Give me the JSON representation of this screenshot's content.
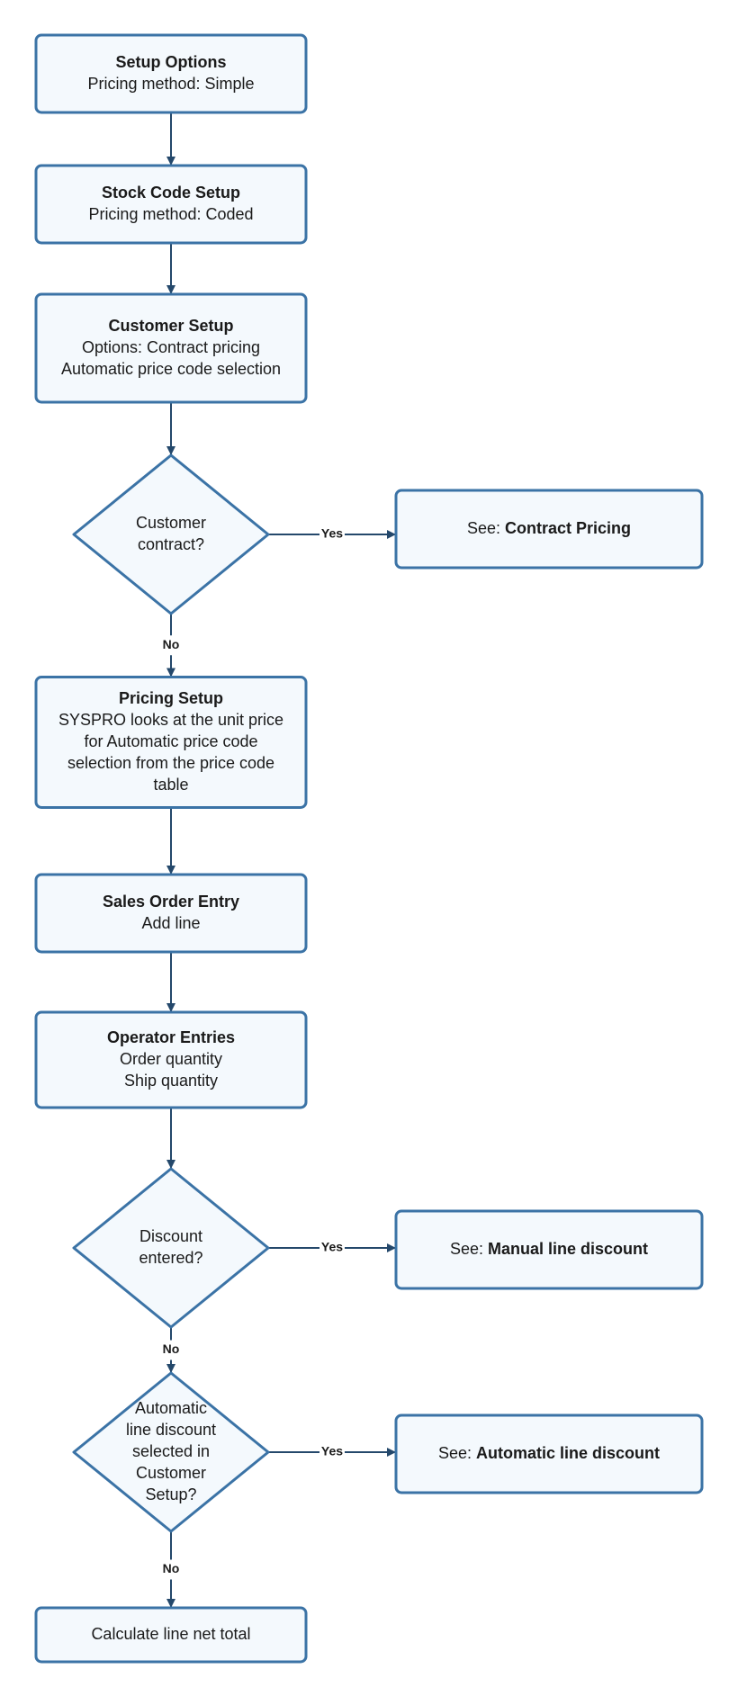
{
  "colors": {
    "node_fill": "#f4f9fd",
    "node_stroke": "#3b73a6",
    "edge": "#24486b",
    "text": "#1a1a1a"
  },
  "nodes": [
    {
      "id": "setup-options",
      "shape": "rect",
      "title": "Setup Options",
      "lines": [
        "Pricing method: Simple"
      ]
    },
    {
      "id": "stock-code-setup",
      "shape": "rect",
      "title": "Stock Code Setup",
      "lines": [
        "Pricing method: Coded"
      ]
    },
    {
      "id": "customer-setup",
      "shape": "rect",
      "title": "Customer Setup",
      "lines": [
        "Options: Contract pricing",
        "Automatic price code selection"
      ]
    },
    {
      "id": "customer-contract",
      "shape": "diamond",
      "title": "",
      "lines": [
        "Customer",
        "contract?"
      ]
    },
    {
      "id": "contract-pricing",
      "shape": "rect",
      "title": "",
      "lines": [],
      "prefix": "See: ",
      "link": "Contract Pricing"
    },
    {
      "id": "pricing-setup",
      "shape": "rect",
      "title": "Pricing Setup",
      "lines": [
        "SYSPRO looks at the unit price",
        "for Automatic price code",
        "selection from the price code",
        "table"
      ]
    },
    {
      "id": "sales-order-entry",
      "shape": "rect",
      "title": "Sales Order Entry",
      "lines": [
        "Add line"
      ]
    },
    {
      "id": "operator-entries",
      "shape": "rect",
      "title": "Operator Entries",
      "lines": [
        "Order quantity",
        "Ship quantity"
      ]
    },
    {
      "id": "discount-entered",
      "shape": "diamond",
      "title": "",
      "lines": [
        "Discount",
        "entered?"
      ]
    },
    {
      "id": "manual-line-discount",
      "shape": "rect",
      "title": "",
      "lines": [],
      "prefix": "See: ",
      "link": "Manual line discount"
    },
    {
      "id": "auto-line-discount-check",
      "shape": "diamond",
      "title": "",
      "lines": [
        "Automatic",
        "line discount",
        "selected in",
        "Customer",
        "Setup?"
      ]
    },
    {
      "id": "automatic-line-discount",
      "shape": "rect",
      "title": "",
      "lines": [],
      "prefix": "See: ",
      "link": "Automatic line discount"
    },
    {
      "id": "calculate-net-total",
      "shape": "rect",
      "title": "",
      "lines": [
        "Calculate line net total"
      ]
    }
  ],
  "edges": [
    {
      "from": "setup-options",
      "to": "stock-code-setup",
      "label": ""
    },
    {
      "from": "stock-code-setup",
      "to": "customer-setup",
      "label": ""
    },
    {
      "from": "customer-setup",
      "to": "customer-contract",
      "label": ""
    },
    {
      "from": "customer-contract",
      "to": "contract-pricing",
      "label": "Yes"
    },
    {
      "from": "customer-contract",
      "to": "pricing-setup",
      "label": "No"
    },
    {
      "from": "pricing-setup",
      "to": "sales-order-entry",
      "label": ""
    },
    {
      "from": "sales-order-entry",
      "to": "operator-entries",
      "label": ""
    },
    {
      "from": "operator-entries",
      "to": "discount-entered",
      "label": ""
    },
    {
      "from": "discount-entered",
      "to": "manual-line-discount",
      "label": "Yes"
    },
    {
      "from": "discount-entered",
      "to": "auto-line-discount-check",
      "label": "No"
    },
    {
      "from": "auto-line-discount-check",
      "to": "automatic-line-discount",
      "label": "Yes"
    },
    {
      "from": "auto-line-discount-check",
      "to": "calculate-net-total",
      "label": "No"
    }
  ]
}
